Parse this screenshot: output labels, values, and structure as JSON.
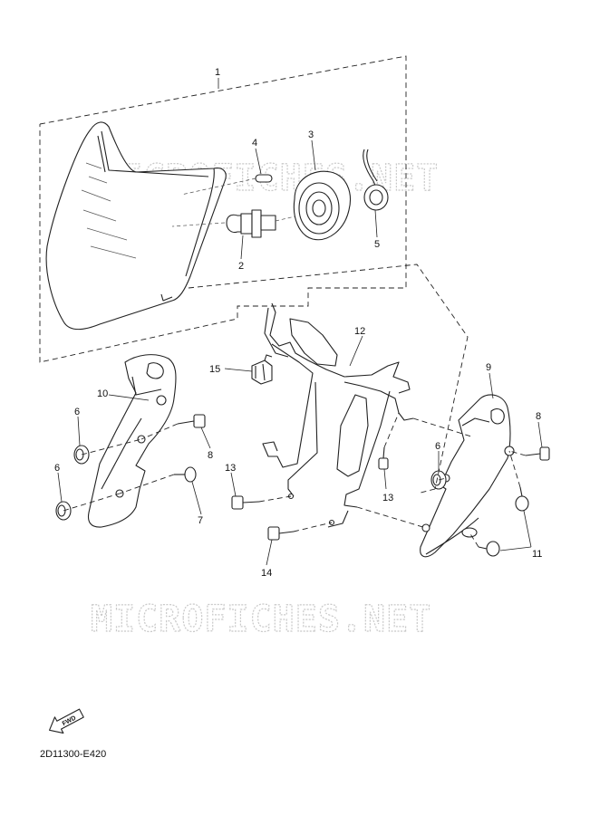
{
  "watermark": {
    "top_text": "MICROFICHES.NET",
    "middle_text": "MICROFICHES.NET"
  },
  "callouts": {
    "c1": "1",
    "c2": "2",
    "c3": "3",
    "c4": "4",
    "c5": "5",
    "c6a": "6",
    "c6b": "6",
    "c6c": "6",
    "c7": "7",
    "c8a": "8",
    "c8b": "8",
    "c9": "9",
    "c10": "10",
    "c11": "11",
    "c12": "12",
    "c13a": "13",
    "c13b": "13",
    "c14": "14",
    "c15": "15"
  },
  "fwd_label": "FWD",
  "reference_code": "2D11300-E420"
}
